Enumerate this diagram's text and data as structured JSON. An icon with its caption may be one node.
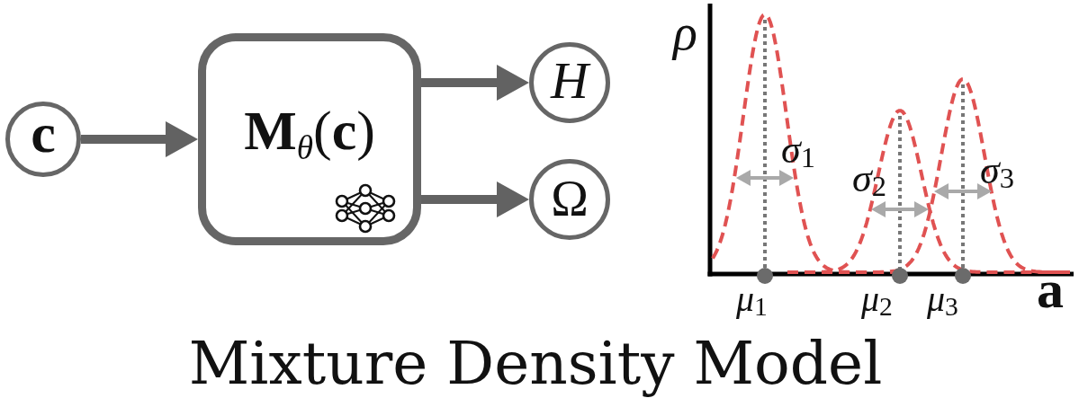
{
  "diagram": {
    "title": "Mixture Density Model",
    "nodes": [
      {
        "text": [
          "c"
        ]
      },
      {
        "text": [
          "**M**$_{θ}$(**c**)"
        ]
      },
      {
        "text": [
          "H"
        ]
      },
      {
        "text": [
          "Ω"
        ]
      }
    ],
    "edges": [
      {
        "from": 0,
        "to": 1,
        "arrow": "to"
      },
      {
        "from": 1,
        "to": 2,
        "arrow": "to"
      },
      {
        "from": 1,
        "to": 3,
        "arrow": "to"
      }
    ],
    "labels": [
      "ρ",
      "σ$_{1}$",
      "σ$_{2}$",
      "σ$_{3}$",
      "μ$_{1}$",
      "μ$_{2}$",
      "μ$_{3}$",
      "a"
    ]
  }
}
